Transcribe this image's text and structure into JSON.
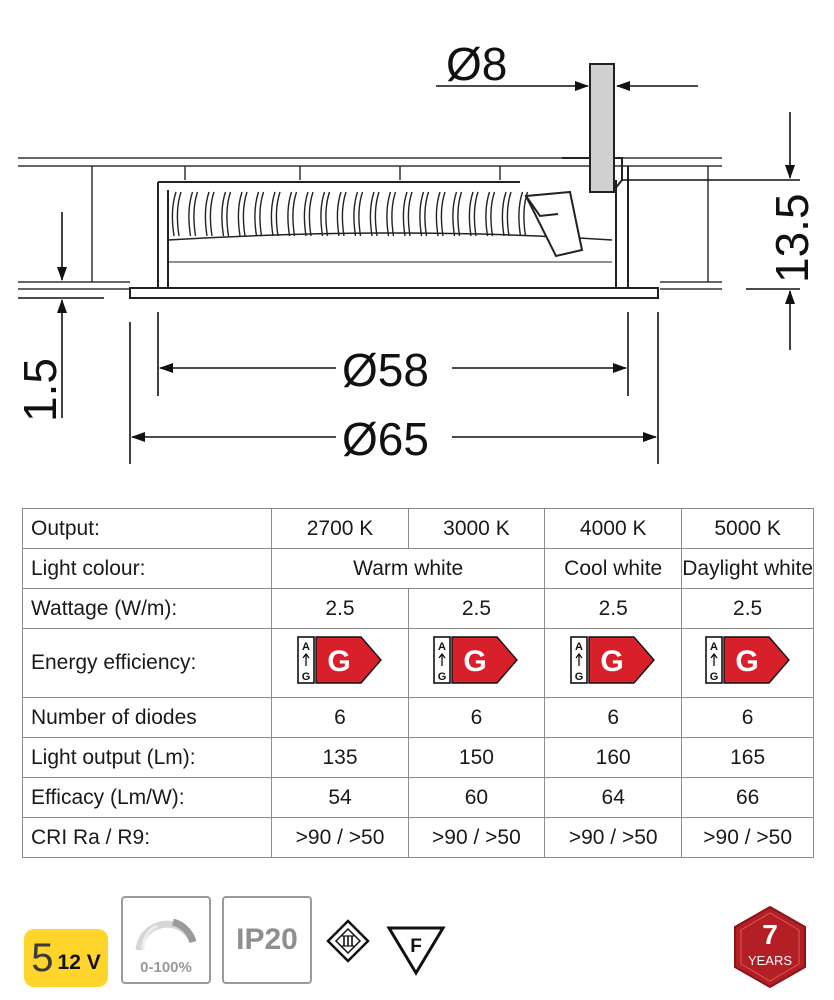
{
  "drawing": {
    "dims": {
      "bore": "Ø8",
      "height": "13.5",
      "flange": "1.5",
      "inner": "Ø58",
      "outer": "Ø65"
    }
  },
  "table": {
    "rows": [
      {
        "label": "Output:",
        "cells": [
          "2700 K",
          "3000 K",
          "4000 K",
          "5000 K"
        ]
      },
      {
        "label": "Light colour:",
        "cells": [
          "Warm white",
          "Cool white",
          "Daylight white"
        ]
      },
      {
        "label": "Wattage (W/m):",
        "cells": [
          "2.5",
          "2.5",
          "2.5",
          "2.5"
        ]
      },
      {
        "label": "Energy efficiency:",
        "cells": [
          "G",
          "G",
          "G",
          "G"
        ]
      },
      {
        "label": "Number of diodes",
        "cells": [
          "6",
          "6",
          "6",
          "6"
        ]
      },
      {
        "label": "Light output (Lm):",
        "cells": [
          "135",
          "150",
          "160",
          "165"
        ]
      },
      {
        "label": "Efficacy (Lm/W):",
        "cells": [
          "54",
          "60",
          "64",
          "66"
        ]
      },
      {
        "label": "CRI Ra / R9:",
        "cells": [
          ">90 / >50",
          ">90 / >50",
          ">90 / >50",
          ">90 / >50"
        ]
      }
    ],
    "energy_scale": {
      "top": "A",
      "bottom": "G",
      "color": "#d7202a"
    }
  },
  "footer": {
    "voltage_number": "5",
    "voltage_label": "12 V",
    "voltage_color": "#ffd52b",
    "dimmable_label": "0-100%",
    "ip_rating": "IP20",
    "class_icon": "protection-class-iii-icon",
    "f_mark": "F",
    "warranty_number": "7",
    "warranty_label": "YEARS",
    "warranty_color": "#b31f24"
  }
}
